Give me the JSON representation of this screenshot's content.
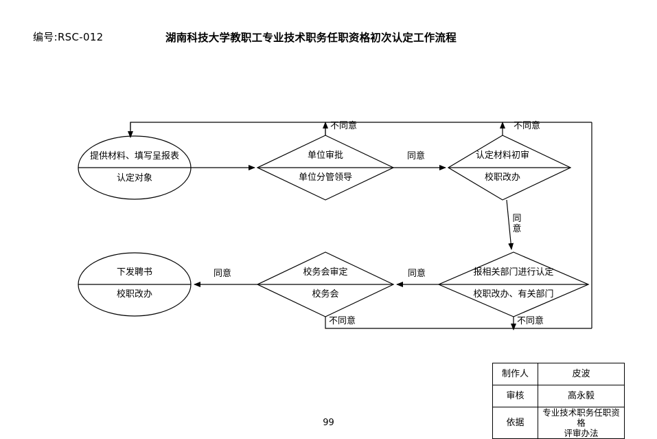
{
  "header": {
    "doc_number": "编号:RSC-012",
    "title": "湖南科技大学教职工专业技术职务任职资格初次认定工作流程"
  },
  "flowchart": {
    "nodes": [
      {
        "id": "start",
        "shape": "ellipse",
        "top_text": "提供材料、填写呈报表",
        "bottom_text": "认定对象"
      },
      {
        "id": "unit-approval",
        "shape": "diamond",
        "top_text": "单位审批",
        "bottom_text": "单位分管领导"
      },
      {
        "id": "material-first-review",
        "shape": "diamond",
        "top_text": "认定材料初审",
        "bottom_text": "校职改办"
      },
      {
        "id": "report-departments",
        "shape": "diamond",
        "top_text": "报相关部门进行认定",
        "bottom_text": "校职改办、有关部门"
      },
      {
        "id": "school-affairs-review",
        "shape": "diamond",
        "top_text": "校务会审定",
        "bottom_text": "校务会"
      },
      {
        "id": "issue-certificate",
        "shape": "ellipse",
        "top_text": "下发聘书",
        "bottom_text": "校职改办"
      }
    ],
    "edge_labels": {
      "disagree_unit": "不同意",
      "disagree_first_review": "不同意",
      "agree_unit_to_review": "同意",
      "agree_review_to_report": "同意",
      "agree_report_to_school": "同意",
      "agree_school_to_issue": "同意",
      "disagree_school_affairs": "不同意",
      "disagree_report_departments": "不同意"
    }
  },
  "info_table": {
    "rows": [
      {
        "label": "制作人",
        "value": "皮波"
      },
      {
        "label": "审核",
        "value": "高永毅"
      },
      {
        "label": "依据",
        "value": "专业技术职务任职资格\n评审办法"
      }
    ]
  },
  "footer": {
    "page_number": "99"
  },
  "colors": {
    "line": "#000000",
    "background": "#ffffff",
    "text": "#000000"
  }
}
